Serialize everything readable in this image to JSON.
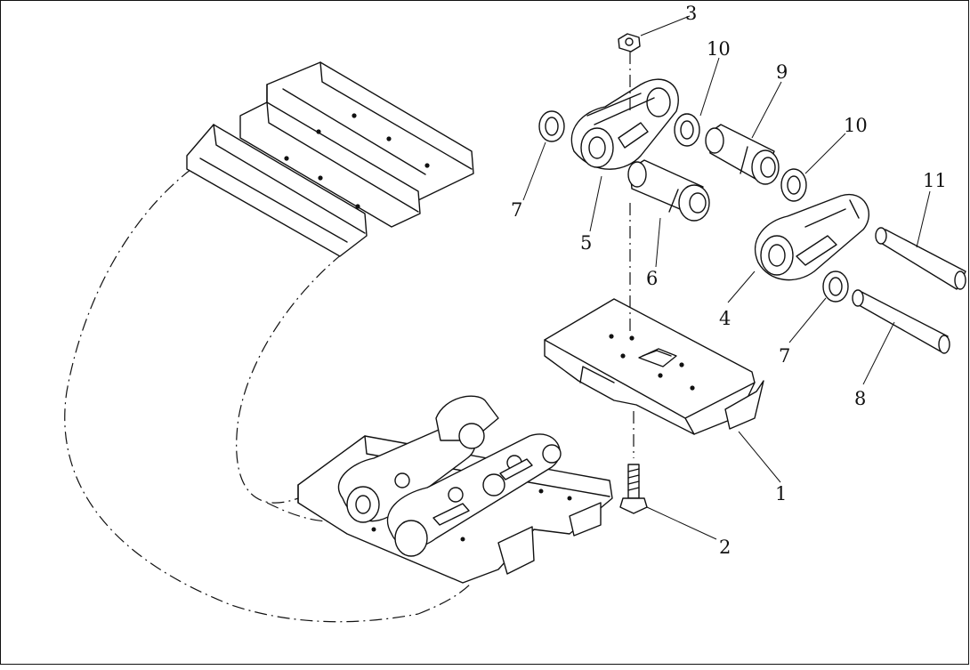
{
  "labels": {
    "l1": "1",
    "l2": "2",
    "l3": "3",
    "l4": "4",
    "l5": "5",
    "l6": "6",
    "l7a": "7",
    "l7b": "7",
    "l8": "8",
    "l9": "9",
    "l10a": "10",
    "l10b": "10",
    "l11": "11"
  },
  "colors": {
    "ink": "#111111",
    "paper": "#ffffff"
  }
}
